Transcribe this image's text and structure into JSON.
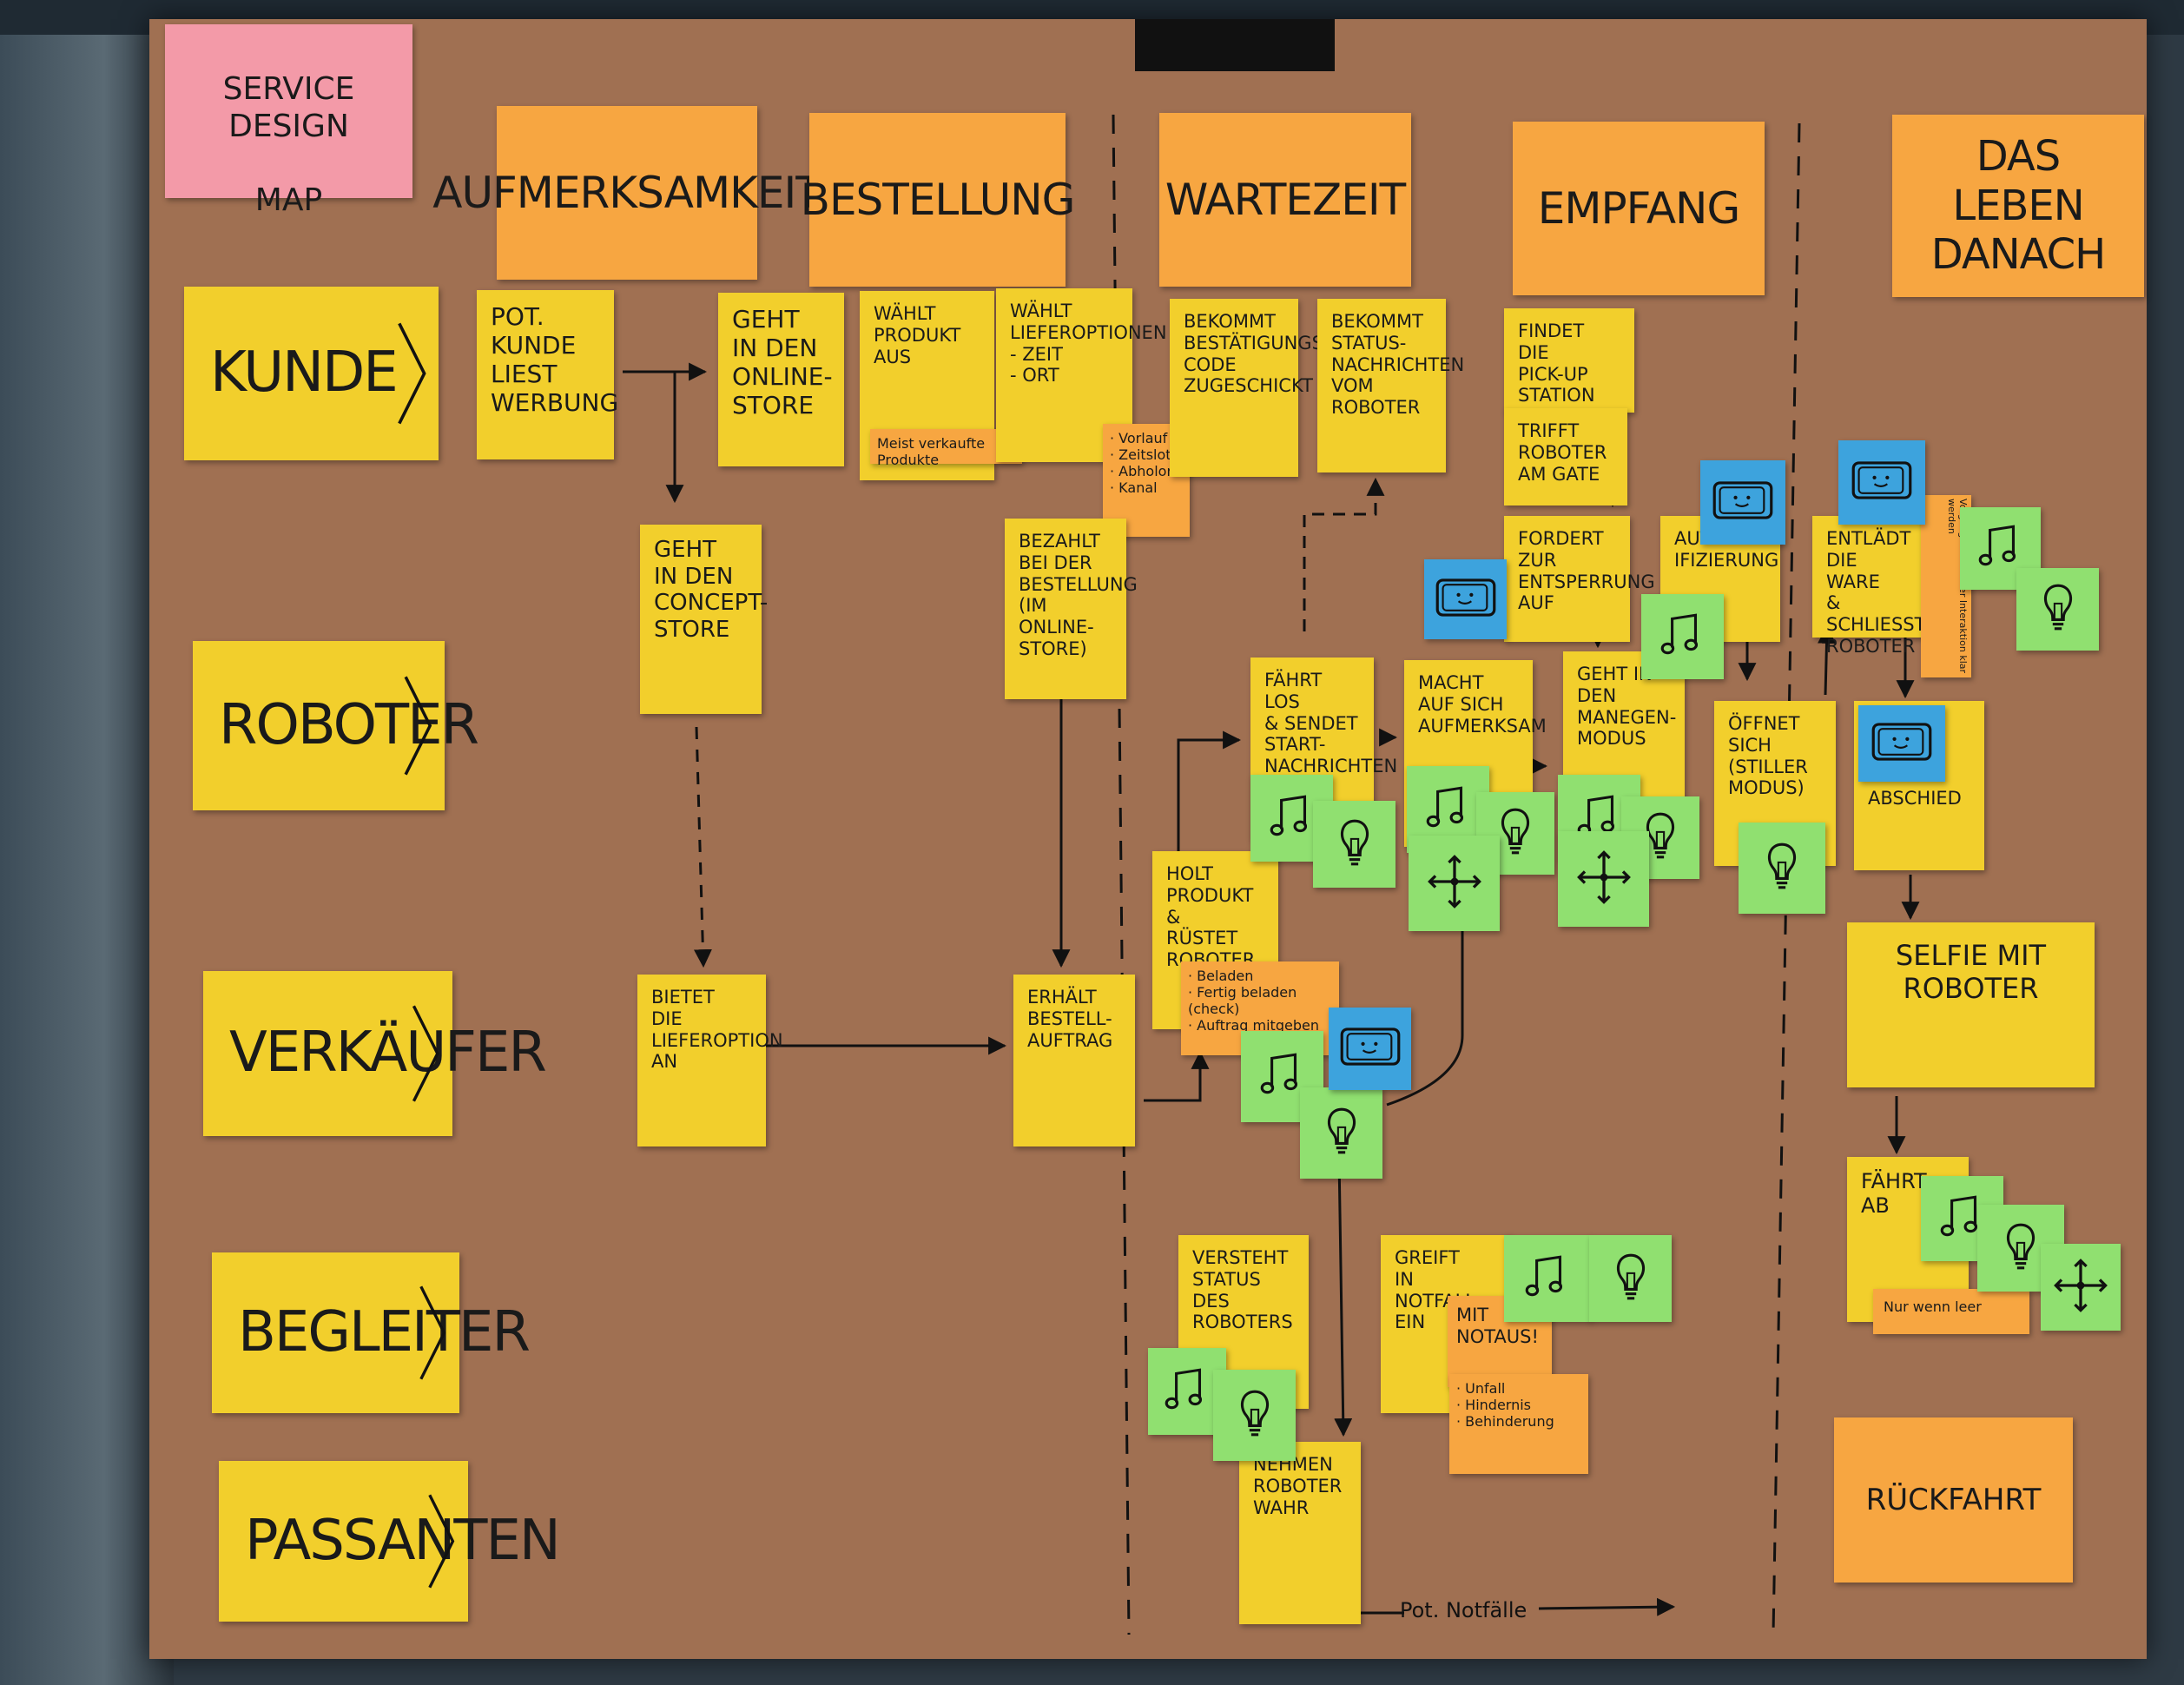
{
  "title": {
    "line1": "Service Design",
    "line2": "Map"
  },
  "phases": [
    "Aufmerksamkeit",
    "Bestellung",
    "Wartezeit",
    "Empfang",
    "Das Leben\nDanach"
  ],
  "actors": [
    "Kunde",
    "Roboter",
    "Verkäufer",
    "Begleiter",
    "Passanten"
  ],
  "notes": {
    "kunde_1": "Pot. Kunde\nliest\nWerbung",
    "kunde_2": "Geht\nin den\nOnline-\nStore",
    "kunde_3": "Wählt\nProdukt aus",
    "kunde_3_sub": "Meist verkaufte Produkte",
    "kunde_4": "Wählt\nLieferoptionen\n- Zeit\n- Ort",
    "kunde_4_sub": "· Vorlauf\n· Zeitslot\n· Abholort\n· Kanal",
    "kunde_5": "Bekommt\nBestätigungs-\nCode\nzugeschickt",
    "kunde_6": "Bekommt\nStatus-\nnachrichten\nvom Roboter",
    "kunde_7": "Findet die\nPick-up\nStation",
    "kunde_8": "Trifft\nRoboter\nam Gate",
    "kunde_9": "Fordert\nzur\nEntsperrung\nauf",
    "kunde_10": "Authent-\nifizierung",
    "kunde_11": "Entlädt\ndie Ware\n& schliesst\nRoboter",
    "kunde_11_sub": "Vorgang muss in der Interaktion klar werden",
    "concept_store": "Geht\nin den\nConcept-\nStore",
    "bezahlt": "Bezahlt\nbei der\nBestellung\n(im Online-\nStore)",
    "robo_1": "Fährt los\n& sendet\nStart-\nnachrichten",
    "robo_2": "Macht\nauf sich\naufmerksam",
    "robo_3": "Geht in\nden\nManegen-\nModus",
    "robo_4": "Öffnet\nsich\n(stiller\nModus)",
    "robo_5": "Abschied",
    "holt": "Holt Produkt\n&\nrüstet\nRoboter",
    "holt_sub": "· Beladen\n· Fertig beladen (check)\n· Auftrag mitgeben",
    "verk_1": "Bietet\ndie\nLieferoption\nan",
    "verk_2": "Erhält\nBestell-\nauftrag",
    "selfie": "Selfie mit\nRoboter",
    "faehrt_ab": "Fährt\nab",
    "faehrt_ab_sub": "Nur wenn leer",
    "begl_1": "Versteht\nStatus\ndes\nRoboters",
    "begl_2": "Greift\nin Notfall\nein",
    "notaus": "Mit\nNotaus!",
    "notfall_sub": "· Unfall\n· Hindernis\n· Behinderung",
    "pass_1": "Nehmen\nRoboter\nwahr",
    "rueckfahrt": "Rückfahrt",
    "pot_notfaelle": "Pot. Notfälle"
  },
  "colors": {
    "board": "#a07052",
    "yellow": "#f2cf2c",
    "orange": "#f7a641",
    "pink": "#f39aa8",
    "green": "#90e070",
    "blue": "#3da3dd"
  },
  "icons": [
    "music-note-icon",
    "lightbulb-icon",
    "move-arrows-icon",
    "tablet-smiley-icon",
    "chevron-right-icon"
  ]
}
